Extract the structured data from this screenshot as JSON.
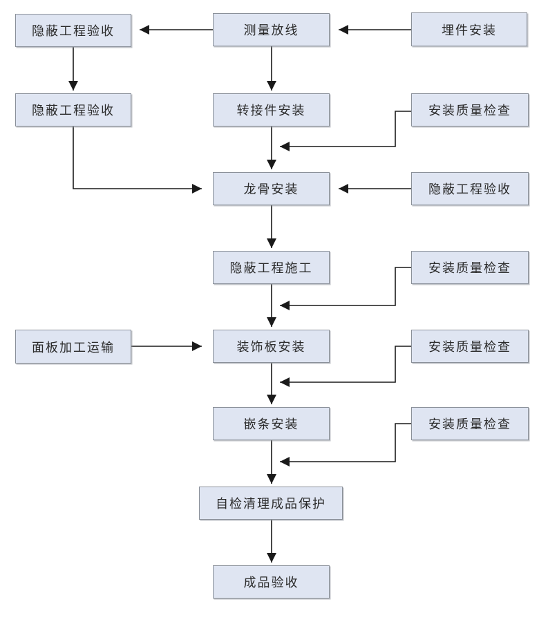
{
  "diagram": {
    "type": "flowchart",
    "direction": "top-down",
    "nodes": [
      {
        "id": "hidden-work-acceptance-1",
        "label": "隐蔽工程验收"
      },
      {
        "id": "survey-setting-out",
        "label": "测量放线"
      },
      {
        "id": "embedded-parts-installation",
        "label": "埋件安装"
      },
      {
        "id": "hidden-work-acceptance-2",
        "label": "隐蔽工程验收"
      },
      {
        "id": "adapter-installation",
        "label": "转接件安装"
      },
      {
        "id": "installation-quality-check-1",
        "label": "安装质量检查"
      },
      {
        "id": "keel-installation",
        "label": "龙骨安装"
      },
      {
        "id": "hidden-work-acceptance-3",
        "label": "隐蔽工程验收"
      },
      {
        "id": "hidden-work-construction",
        "label": "隐蔽工程施工"
      },
      {
        "id": "installation-quality-check-2",
        "label": "安装质量检查"
      },
      {
        "id": "panel-processing-transport",
        "label": "面板加工运输"
      },
      {
        "id": "decorative-panel-installation",
        "label": "装饰板安装"
      },
      {
        "id": "installation-quality-check-3",
        "label": "安装质量检查"
      },
      {
        "id": "trim-strip-installation",
        "label": "嵌条安装"
      },
      {
        "id": "installation-quality-check-4",
        "label": "安装质量检查"
      },
      {
        "id": "self-check-cleaning-product-protection",
        "label": "自检清理成品保护"
      },
      {
        "id": "finished-product-acceptance",
        "label": "成品验收"
      }
    ],
    "edges": [
      {
        "from": "survey-setting-out",
        "to": "hidden-work-acceptance-1"
      },
      {
        "from": "embedded-parts-installation",
        "to": "survey-setting-out"
      },
      {
        "from": "hidden-work-acceptance-1",
        "to": "hidden-work-acceptance-2"
      },
      {
        "from": "survey-setting-out",
        "to": "adapter-installation"
      },
      {
        "from": "adapter-installation",
        "to": "keel-installation"
      },
      {
        "from": "installation-quality-check-1",
        "to": "keel-installation"
      },
      {
        "from": "hidden-work-acceptance-2",
        "to": "keel-installation"
      },
      {
        "from": "hidden-work-acceptance-3",
        "to": "keel-installation"
      },
      {
        "from": "keel-installation",
        "to": "hidden-work-construction"
      },
      {
        "from": "hidden-work-construction",
        "to": "decorative-panel-installation"
      },
      {
        "from": "installation-quality-check-2",
        "to": "decorative-panel-installation"
      },
      {
        "from": "panel-processing-transport",
        "to": "decorative-panel-installation"
      },
      {
        "from": "decorative-panel-installation",
        "to": "trim-strip-installation"
      },
      {
        "from": "installation-quality-check-3",
        "to": "trim-strip-installation"
      },
      {
        "from": "trim-strip-installation",
        "to": "self-check-cleaning-product-protection"
      },
      {
        "from": "installation-quality-check-4",
        "to": "self-check-cleaning-product-protection"
      },
      {
        "from": "self-check-cleaning-product-protection",
        "to": "finished-product-acceptance"
      }
    ]
  },
  "colors": {
    "node_fill": "#dfe5f2",
    "node_border": "#8a9099",
    "line_color": "#1a1a1a",
    "text_color": "#2b2b2b",
    "bg": "#ffffff"
  }
}
